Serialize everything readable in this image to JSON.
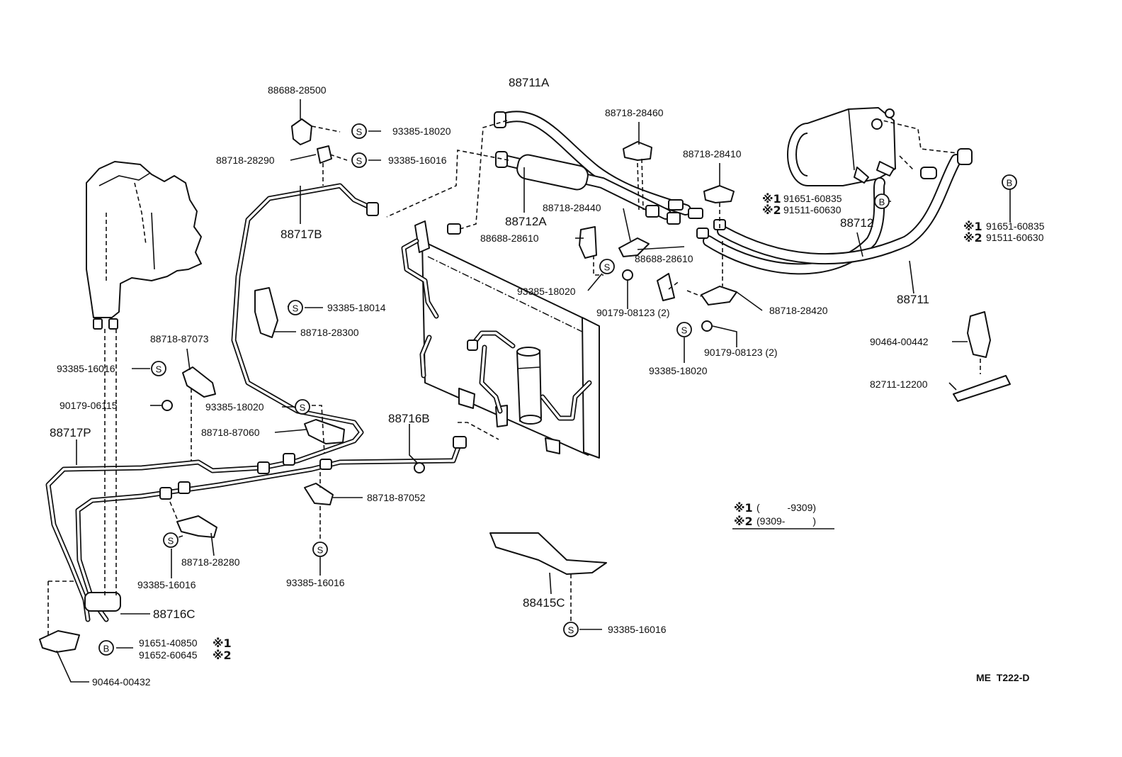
{
  "diagram_code": "ME  T222-D",
  "footnote": {
    "row1": {
      "mark": "※1",
      "text": "(          -9309)"
    },
    "row2": {
      "mark": "※2",
      "text": "(9309-          )"
    }
  },
  "symbols": {
    "s": "S",
    "b": "B"
  },
  "labels": {
    "p88711A": "88711A",
    "p88688_28500": "88688-28500",
    "p93385_18020_a": "93385-18020",
    "p88718_28290": "88718-28290",
    "p93385_16016_a": "93385-16016",
    "p88718_28460": "88718-28460",
    "p88718_28410": "88718-28410",
    "p88712A": "88712A",
    "p88717B": "88717B",
    "p88718_28440": "88718-28440",
    "p88688_28610_a": "88688-28610",
    "p88688_28610_b": "88688-28610",
    "p93385_18020_b": "93385-18020",
    "p90179_08123_a": "90179-08123 (2)",
    "p88718_28420": "88718-28420",
    "p90179_08123_b": "90179-08123 (2)",
    "p93385_18020_c": "93385-18020",
    "p91651_60835_a": "91651-60835",
    "p91511_60630_a": "91511-60630",
    "p88712": "88712",
    "p91651_60835_b": "91651-60835",
    "p91511_60630_b": "91511-60630",
    "p88711": "88711",
    "p93385_18014": "93385-18014",
    "p88718_28300": "88718-28300",
    "p88718_87073": "88718-87073",
    "p93385_16016_b": "93385-16016",
    "p90179_06115": "90179-06115",
    "p93385_18020_d": "93385-18020",
    "p88718_87060": "88718-87060",
    "p88716B": "88716B",
    "p88717P": "88717P",
    "p88718_87052": "88718-87052",
    "p88718_28280": "88718-28280",
    "p93385_16016_c": "93385-16016",
    "p93385_16016_d": "93385-16016",
    "p88716C": "88716C",
    "p91651_40850": "91651-40850",
    "p91652_60645": "91652-60645",
    "p90464_00432": "90464-00432",
    "p88415C": "88415C",
    "p93385_16016_e": "93385-16016",
    "p90464_00442": "90464-00442",
    "p82711_12200": "82711-12200",
    "mark1": "※1",
    "mark2": "※2"
  }
}
